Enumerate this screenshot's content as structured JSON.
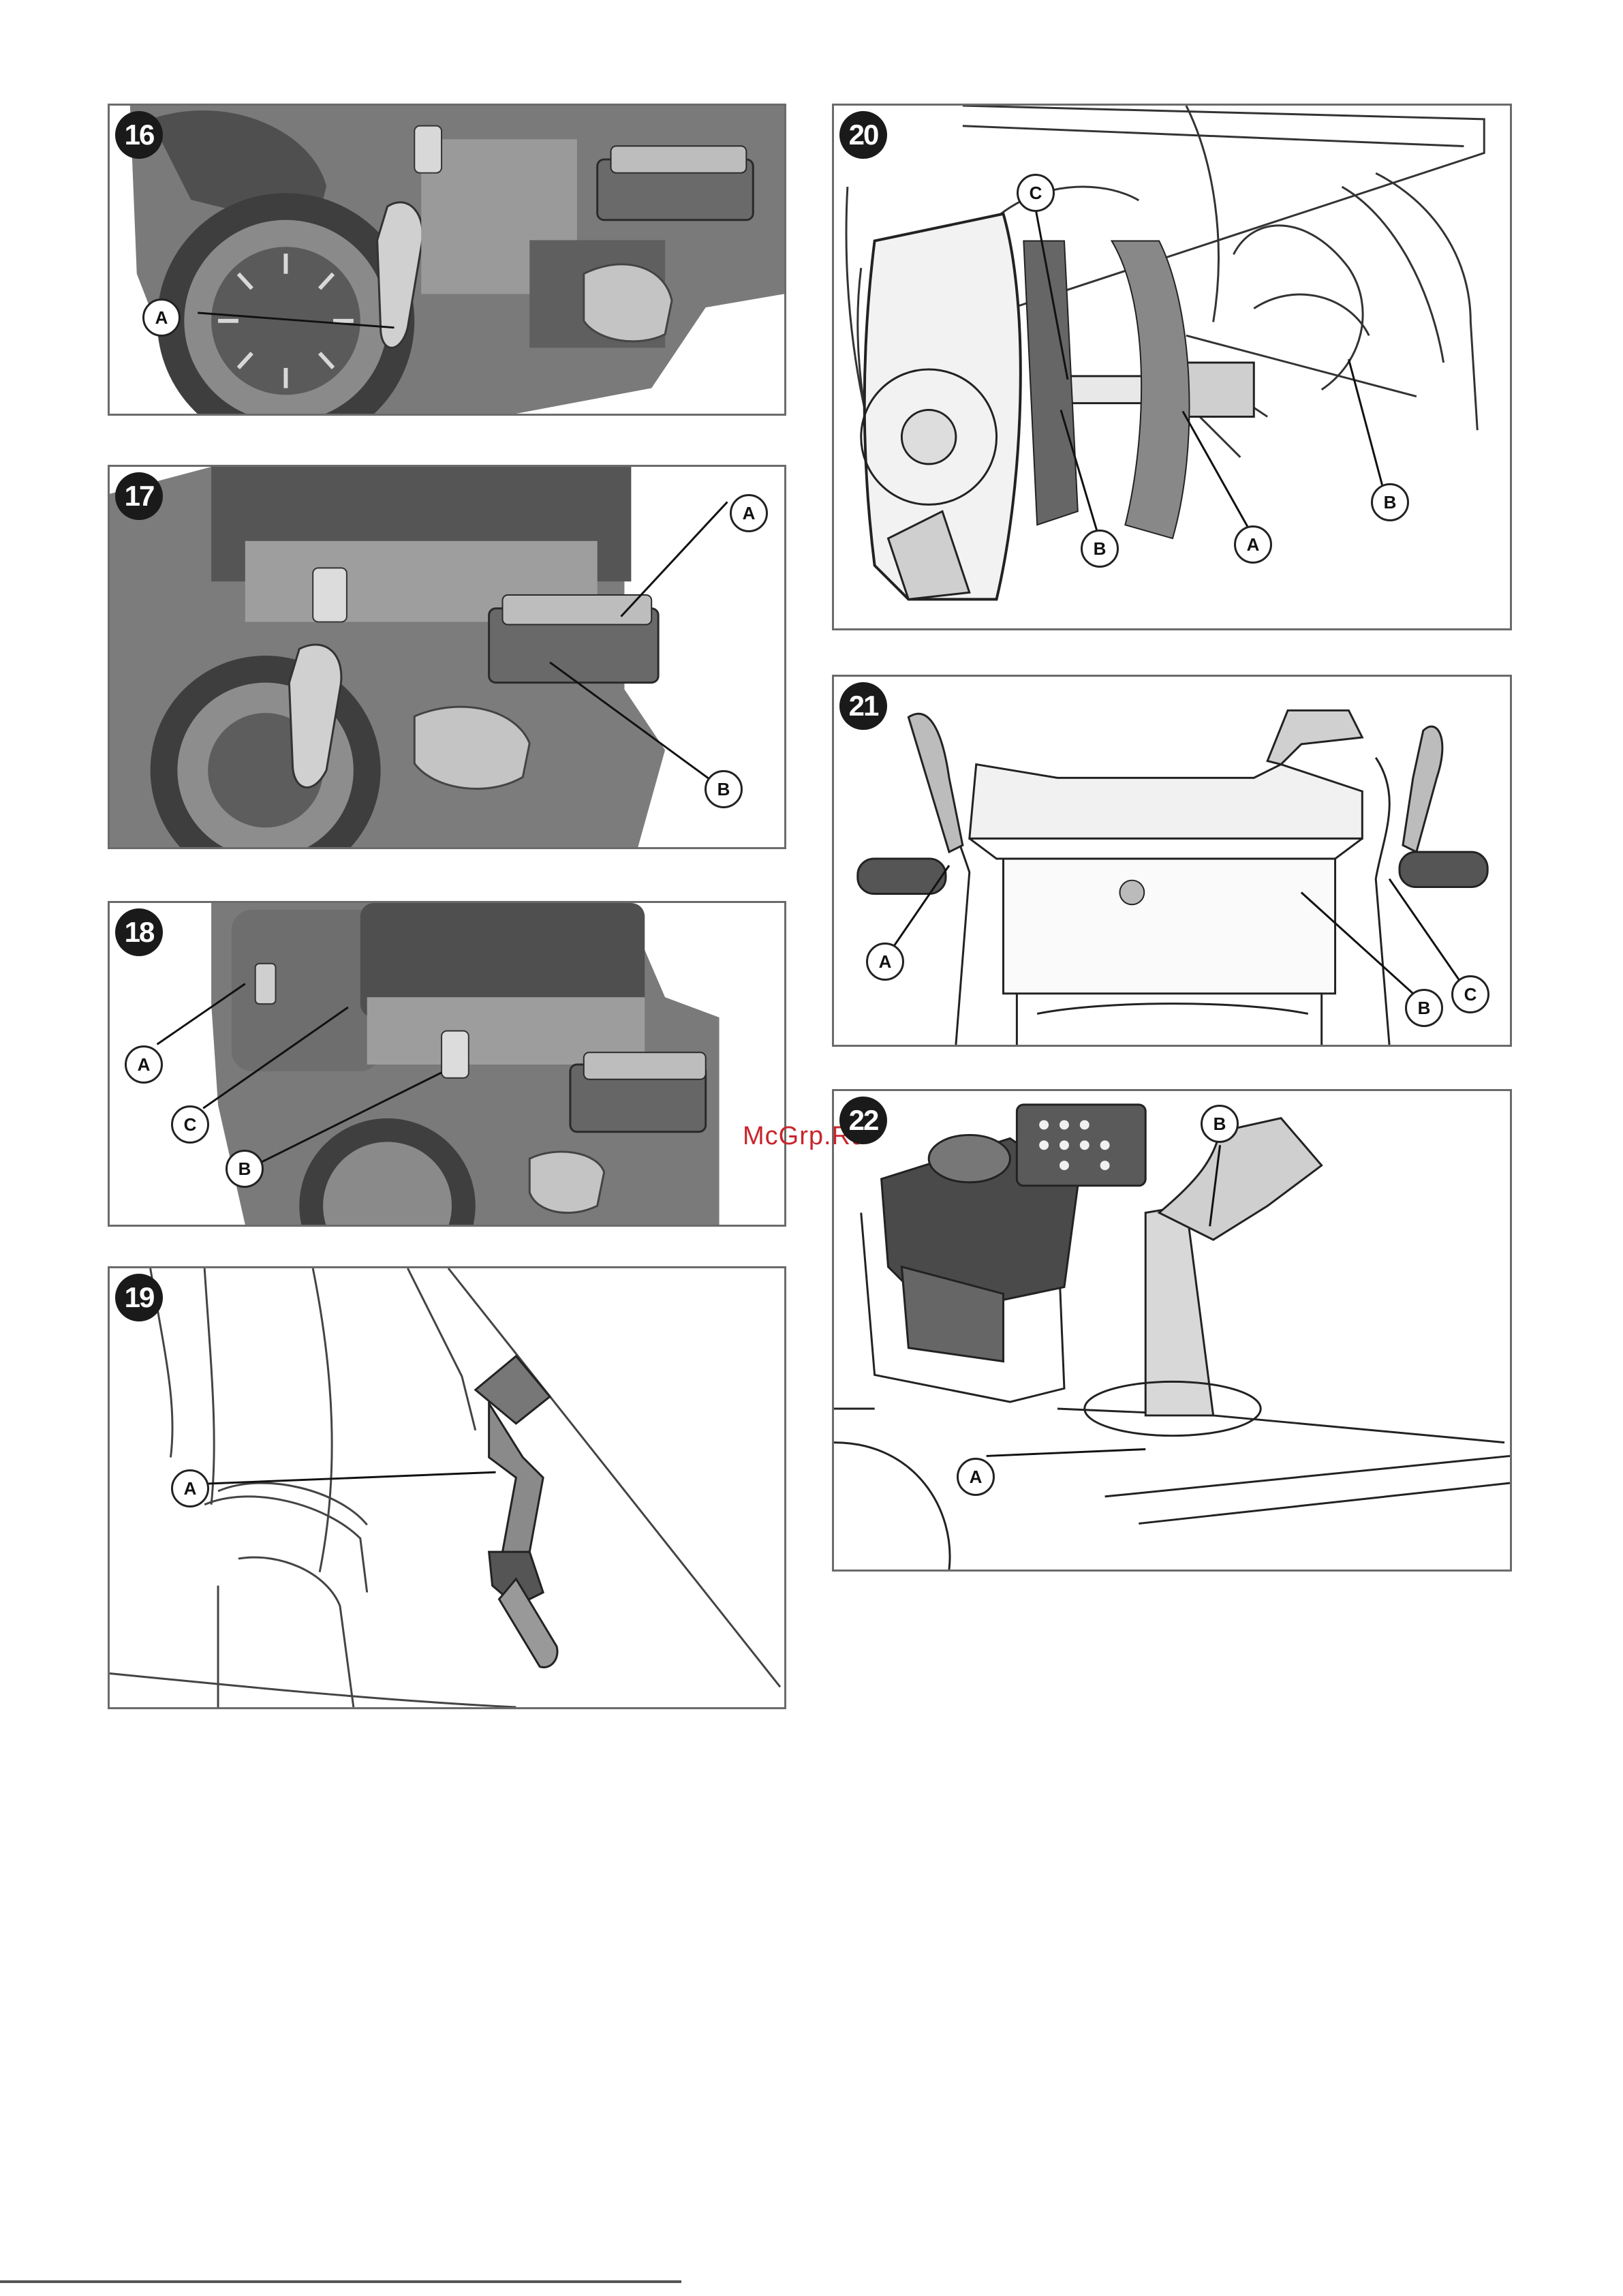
{
  "watermark": "McGrp.Ru",
  "colors": {
    "frame": "#6b6b6b",
    "badge": "#1a1a1a",
    "watermark": "#c9252c",
    "engine_dark": "#5a5a5a",
    "engine_light": "#b8b8b8"
  },
  "figures": [
    {
      "number": "16",
      "callouts": [
        "A"
      ]
    },
    {
      "number": "17",
      "callouts": [
        "A",
        "B"
      ]
    },
    {
      "number": "18",
      "callouts": [
        "A",
        "C",
        "B"
      ]
    },
    {
      "number": "19",
      "callouts": [
        "A"
      ]
    },
    {
      "number": "20",
      "callouts": [
        "C",
        "B",
        "A",
        "B"
      ]
    },
    {
      "number": "21",
      "callouts": [
        "A",
        "B",
        "C"
      ]
    },
    {
      "number": "22",
      "callouts": [
        "B",
        "A"
      ]
    }
  ]
}
